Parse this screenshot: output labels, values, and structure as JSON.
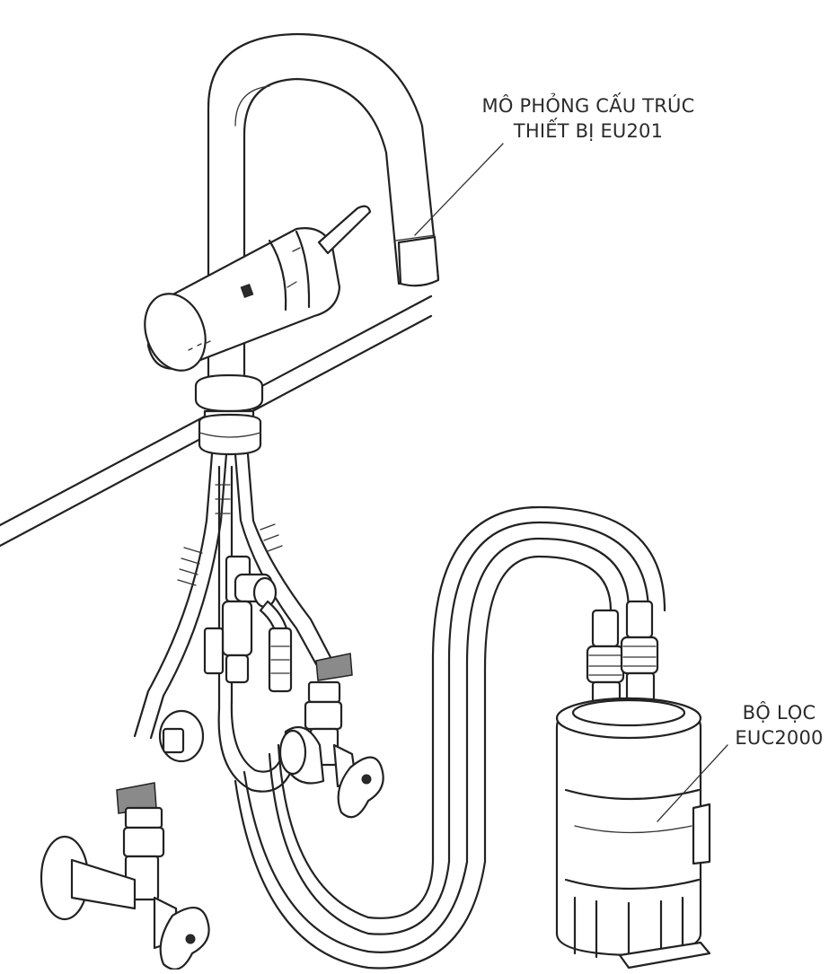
{
  "callouts": {
    "faucet": {
      "line1": "MÔ PHỎNG CẤU TRÚC",
      "line2": "THIẾT BỊ EU201"
    },
    "filter": {
      "line1": "BỘ LỌC",
      "line2": "EUC2000"
    }
  },
  "colors": {
    "line": "#222222",
    "tape": "#8a8a8a",
    "background": "#ffffff"
  }
}
